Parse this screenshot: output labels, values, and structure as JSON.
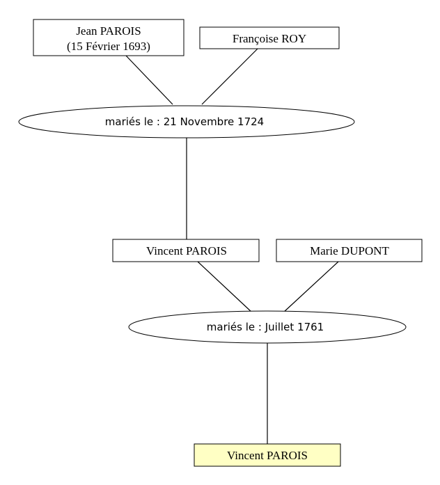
{
  "people": {
    "jean": {
      "line1": "Jean PAROIS",
      "line2": "(15 Février 1693)"
    },
    "francoise": {
      "name": "Françoise ROY"
    },
    "vincent_father": {
      "name": "Vincent PAROIS"
    },
    "marie": {
      "name": "Marie DUPONT"
    },
    "vincent_child": {
      "name": "Vincent PAROIS"
    }
  },
  "marriages": {
    "first": {
      "label": "mariés le : 21 Novembre 1724"
    },
    "second": {
      "label": "mariés le : Juillet 1761"
    }
  },
  "colors": {
    "highlight_fill": "#ffffc4",
    "stroke": "#000000",
    "background": "#ffffff"
  }
}
